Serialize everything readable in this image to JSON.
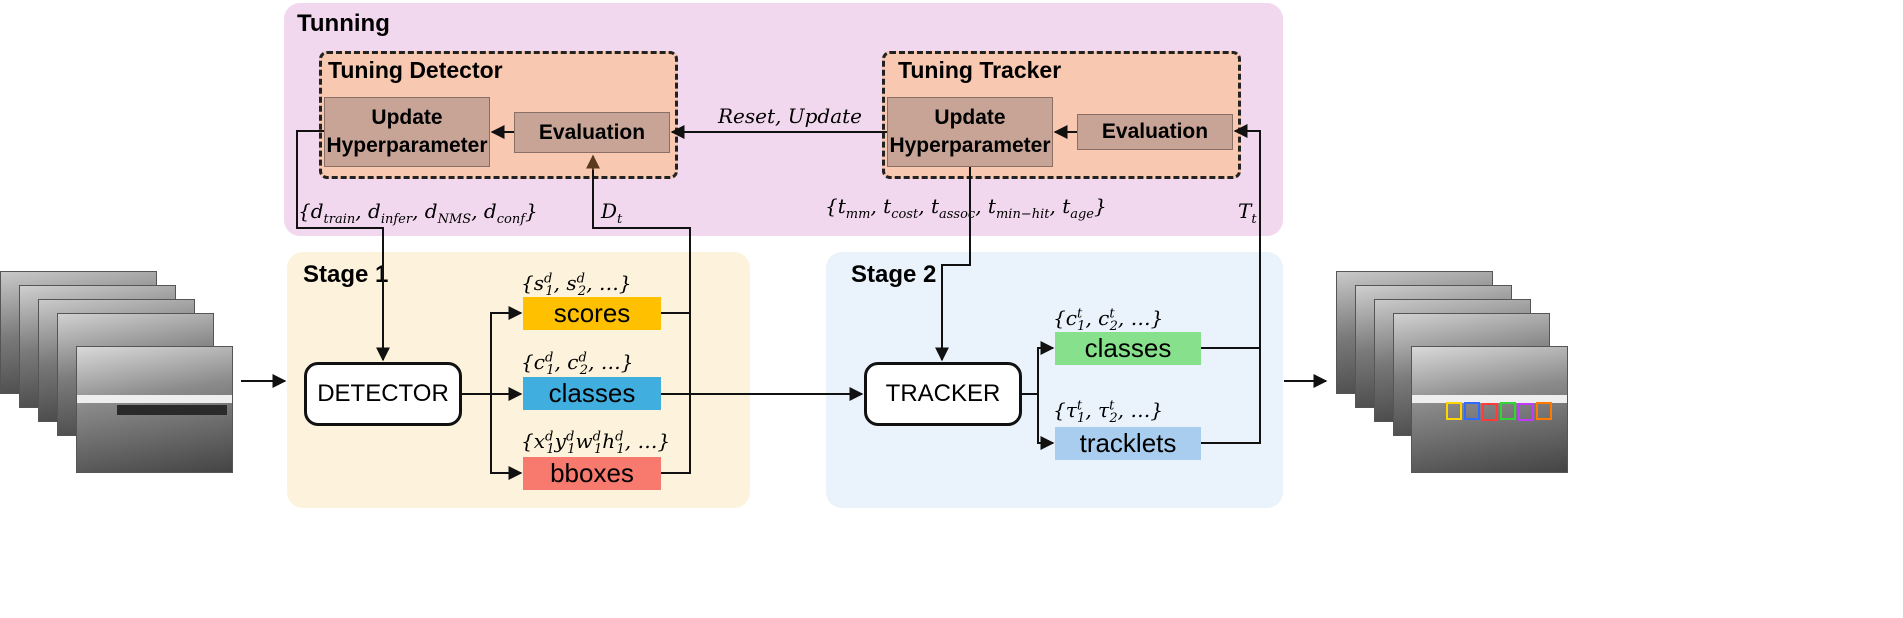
{
  "tuning_title": "Tunning",
  "tuning_detector": {
    "title": "Tuning Detector",
    "update_line1": "Update",
    "update_line2": "Hyperparameter",
    "evaluation": "Evaluation"
  },
  "tuning_tracker": {
    "title": "Tuning Tracker",
    "update_line1": "Update",
    "update_line2": "Hyperparameter",
    "evaluation": "Evaluation"
  },
  "reset_label": "Reset, Update",
  "stage1": {
    "title": "Stage 1",
    "detector": "DETECTOR",
    "scores": "scores",
    "classes": "classes",
    "bboxes": "bboxes"
  },
  "stage2": {
    "title": "Stage 2",
    "tracker": "TRACKER",
    "classes": "classes",
    "tracklets": "tracklets"
  },
  "colors": {
    "tuning_bg": "#f2d8ee",
    "dashed_bg": "#f8c8b0",
    "block_bg": "#c8a497",
    "stage1_bg": "#fdf3dc",
    "stage2_bg": "#eaf3fb",
    "scores": "#ffc000",
    "classes_stage1": "#41aee0",
    "bboxes": "#f87a6e",
    "classes_stage2": "#86e08c",
    "tracklets": "#a9cdee"
  }
}
